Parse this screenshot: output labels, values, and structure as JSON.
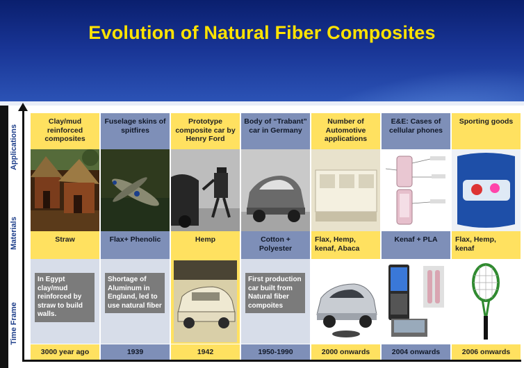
{
  "title": "Evolution of Natural Fiber Composites",
  "axis_labels": {
    "applications": "Applications",
    "materials": "Materials",
    "time_frame": "Time Frame"
  },
  "columns": [
    {
      "application": "Clay/mud reinforced composites",
      "material": "Straw",
      "note": "In Egypt clay/mud reinforced by straw to build walls.",
      "time": "3000 year ago"
    },
    {
      "application": "Fuselage skins of spitfires",
      "material": "Flax+ Phenolic",
      "note": "Shortage of Aluminum in England, led to use natural fiber",
      "time": "1939"
    },
    {
      "application": "Prototype composite car by Henry Ford",
      "material": "Hemp",
      "note": "",
      "time": "1942"
    },
    {
      "application": "Body of “Trabant” car in Germany",
      "material": "Cotton + Polyester",
      "note": "First production car built from Natural fiber compoites",
      "time": "1950-1990"
    },
    {
      "application": "Number of Automotive applications",
      "material": "Flax, Hemp, kenaf, Abaca",
      "note": "",
      "time": "2000 onwards"
    },
    {
      "application": "E&E: Cases of cellular phones",
      "material": "Kenaf + PLA",
      "note": "",
      "time": "2004 onwards"
    },
    {
      "application": "Sporting goods",
      "material": "Flax, Hemp, kenaf",
      "note": "",
      "time": "2006 onwards"
    }
  ],
  "colors": {
    "title": "#ffe300",
    "yellow_cell": "#ffe160",
    "blue_cell": "#7e8fb8",
    "header_bg": "#183494"
  }
}
